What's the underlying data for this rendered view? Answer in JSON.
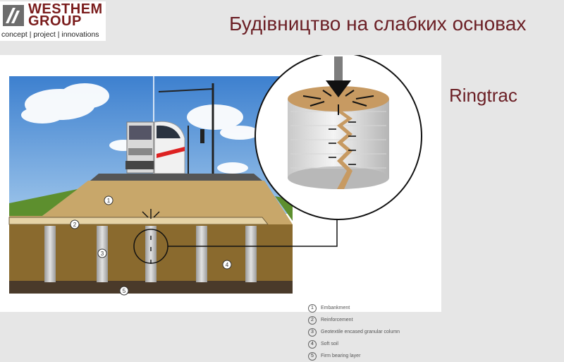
{
  "logo": {
    "line1": "WESTHEM",
    "line2": "GROUP",
    "tagline": "concept | project | innovations"
  },
  "slide_title": "Будівництво на слабких основах",
  "side_label": "Ringtrac",
  "diagram": {
    "markers": [
      "1",
      "2",
      "3",
      "4",
      "5"
    ],
    "legend": [
      {
        "num": "1",
        "text": "Embankment"
      },
      {
        "num": "2",
        "text": "Reinforcement"
      },
      {
        "num": "3",
        "text": "Geotextile encased granular column"
      },
      {
        "num": "4",
        "text": "Soft soil"
      },
      {
        "num": "5",
        "text": "Firm bearing layer"
      }
    ]
  },
  "colors": {
    "title": "#6b1f25",
    "logo": "#7a1c1c",
    "sky": "#4a8fd6",
    "soil": "#8a6a2e",
    "embankment": "#c8a76a"
  }
}
